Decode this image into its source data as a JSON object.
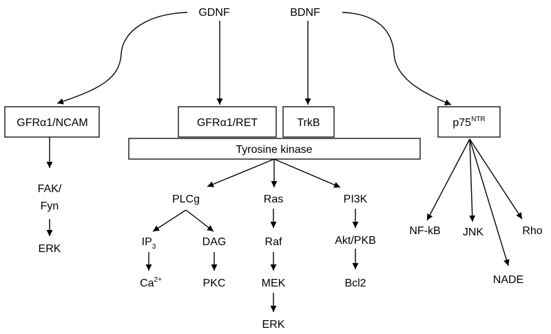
{
  "diagram": {
    "growth_factors": {
      "gdnf": "GDNF",
      "bdnf": "BDNF"
    },
    "receptors": {
      "gfr_ncam": "GFRα1/NCAM",
      "gfr_ret": "GFRα1/RET",
      "trkb": "TrkB",
      "p75_base": "p75",
      "p75_sup": "NTR",
      "tyrosine_kinase": "Tyrosine kinase"
    },
    "ncam_branch": {
      "fak": "FAK/",
      "fyn": "Fyn",
      "erk": "ERK"
    },
    "plc_branch": {
      "plcg": "PLCg",
      "ip3_base": "IP",
      "ip3_sub": "3",
      "dag": "DAG",
      "ca_base": "Ca",
      "ca_sup": "2+",
      "pkc": "PKC"
    },
    "ras_branch": {
      "ras": "Ras",
      "raf": "Raf",
      "mek": "MEK",
      "erk": "ERK"
    },
    "pi3k_branch": {
      "pi3k": "PI3K",
      "akt": "Akt/PKB",
      "bcl2": "Bcl2"
    },
    "p75_targets": {
      "nfkb": "NF-kB",
      "jnk": "JNK",
      "nade": "NADE",
      "rho": "Rho"
    },
    "colors": {
      "line": "#000000",
      "background": "#ffffff"
    }
  }
}
